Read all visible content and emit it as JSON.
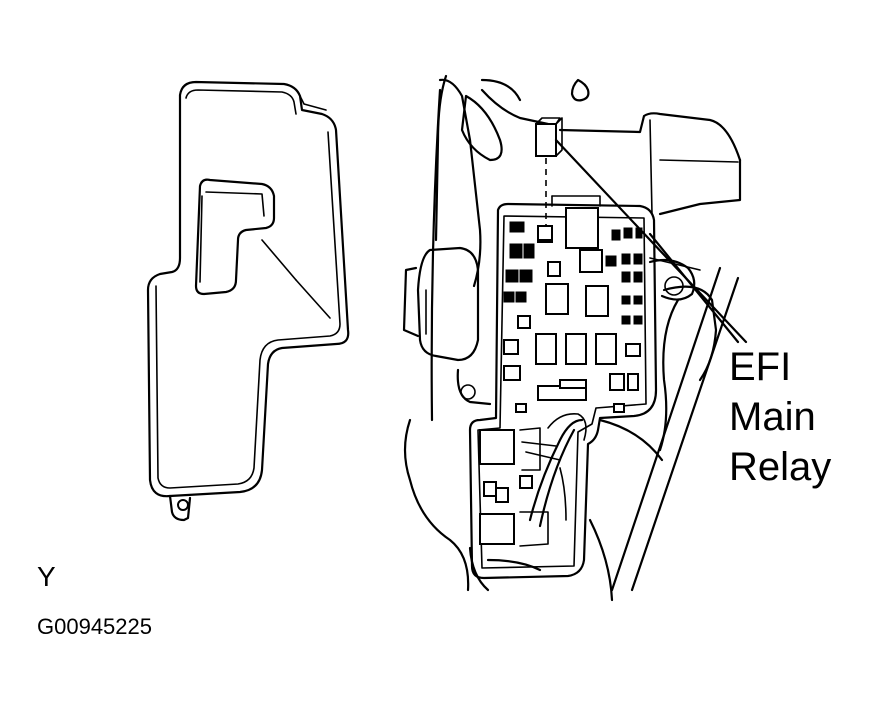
{
  "callout": {
    "lines": [
      "EFI",
      "Main",
      "Relay"
    ]
  },
  "view_letter": "Y",
  "figure_code": "G00945225",
  "colors": {
    "ink": "#000000",
    "background": "#ffffff"
  }
}
